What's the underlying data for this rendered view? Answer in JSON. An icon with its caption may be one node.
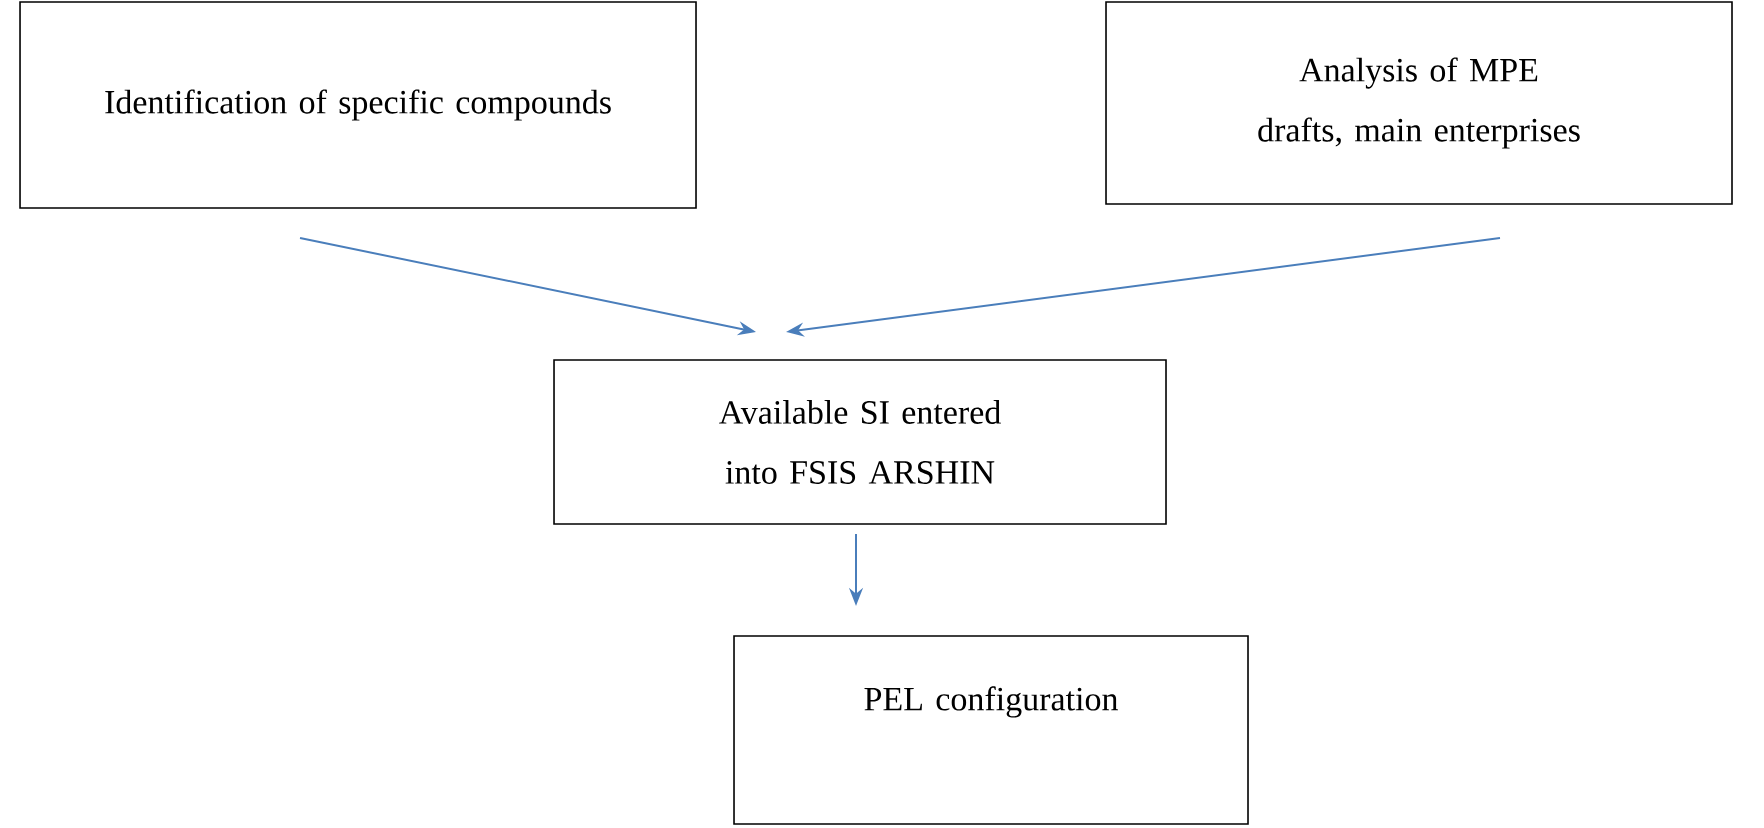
{
  "diagram": {
    "nodes": [
      {
        "text": [
          "Identification of specific compounds"
        ]
      },
      {
        "text": [
          "Analysis of MPE drafts, main enterprises"
        ]
      },
      {
        "text": [
          "Available SI entered into FSIS ARSHIN"
        ]
      },
      {
        "text": [
          "PEL configuration"
        ]
      }
    ],
    "edges": [
      {
        "from": 0,
        "to": 2,
        "arrow": "to"
      },
      {
        "from": 1,
        "to": 2,
        "arrow": "to"
      },
      {
        "from": 2,
        "to": 3,
        "arrow": "to"
      }
    ]
  }
}
